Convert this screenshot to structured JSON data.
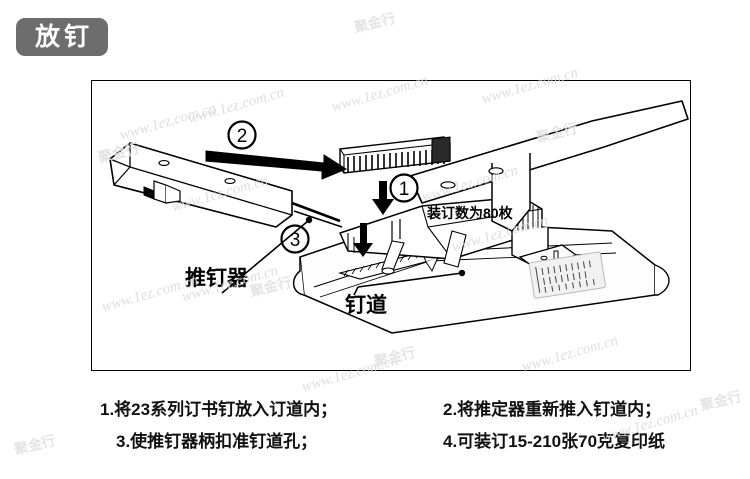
{
  "header": {
    "badge_label": "放钉",
    "badge_bg_color": "#6d6d6d",
    "badge_text_color": "#ffffff"
  },
  "diagram": {
    "title_alt": "订书机放钉示意图",
    "border_color": "#000000",
    "labels": {
      "pusher": "推钉器",
      "channel": "钉道",
      "capacity": "装订数为80枚"
    },
    "step_markers": [
      {
        "id": "marker-1",
        "label": "1"
      },
      {
        "id": "marker-2",
        "label": "2"
      },
      {
        "id": "marker-3",
        "label": "3"
      }
    ]
  },
  "instructions": {
    "item1": "1.将23系列订书钉放入订道内；",
    "item2": "2.将推定器重新推入钉道内；",
    "item3": "3.使推钉器柄扣准钉道孔；",
    "item4": "4.可装订15-210张70克复印纸"
  },
  "watermark": {
    "url_text": "www.1ez.com.cn",
    "brand_text": "聚金行",
    "color": "#d9d9d9"
  }
}
